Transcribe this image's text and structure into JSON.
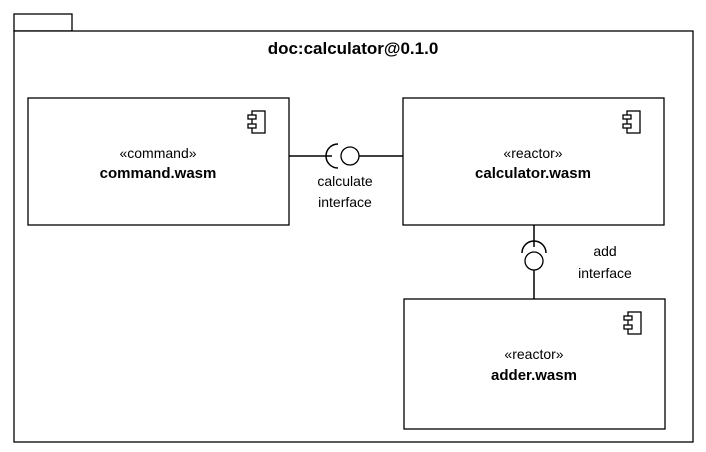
{
  "package": {
    "title": "doc:calculator@0.1.0"
  },
  "components": [
    {
      "stereotype": "«command»",
      "name": "command.wasm"
    },
    {
      "stereotype": "«reactor»",
      "name": "calculator.wasm"
    },
    {
      "stereotype": "«reactor»",
      "name": "adder.wasm"
    }
  ],
  "interfaces": [
    {
      "line1": "calculate",
      "line2": "interface"
    },
    {
      "line1": "add",
      "line2": "interface"
    }
  ],
  "icons": {
    "component": "component-icon",
    "provided": "lollipop-provided-interface",
    "required": "socket-required-interface"
  }
}
